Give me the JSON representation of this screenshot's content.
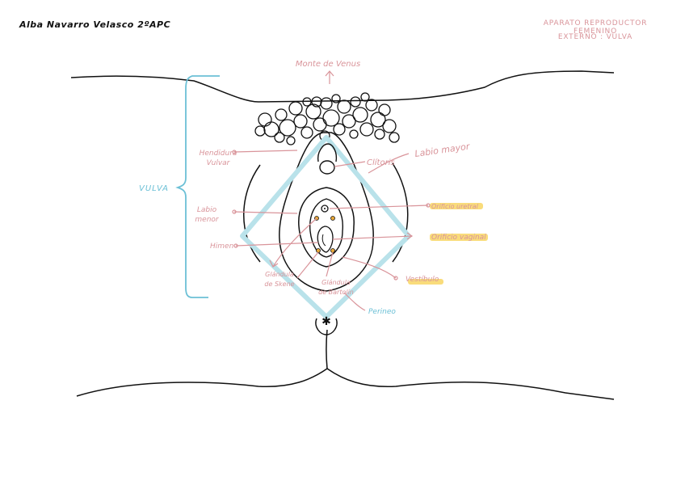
{
  "header": {
    "author": "Alba Navarro Velasco 2ºAPC",
    "title_line1": "APARATO REPRODUCTOR FEMENINO",
    "title_line2": "EXTERNO : VULVA"
  },
  "labels": {
    "monte_venus": "Monte de Venus",
    "hendidura_1": "Hendidura",
    "hendidura_2": "Vulvar",
    "clitoris": "Clítoris",
    "labio_mayor": "Labio mayor",
    "vulva": "VULVA",
    "labio_menor_1": "Labio",
    "labio_menor_2": "menor",
    "orificio_uretral": "Orificio uretral",
    "orificio_vaginal": "Orificio vaginal",
    "himen": "Himen",
    "vestibulo": "Vestíbulo",
    "glandula_skene_1": "Glándula",
    "glandula_skene_2": "de Skene",
    "glandula_bartolin_1": "Glándula",
    "glandula_bartolin_2": "de Bartolín",
    "perineo": "Perineo"
  },
  "colors": {
    "ink": "#111111",
    "label_pink": "#d9949a",
    "perineum_blue": "#b9e2ea",
    "vulva_blue": "#6cc0d6",
    "highlight_yellow": "#f8d35a",
    "gland_orange": "#e8a83a"
  }
}
